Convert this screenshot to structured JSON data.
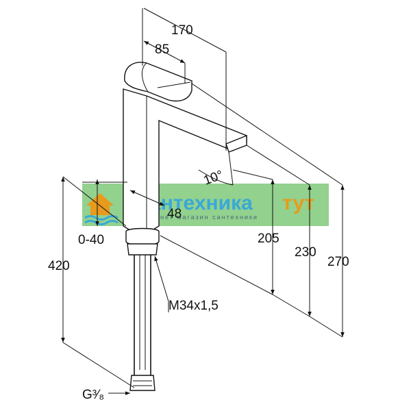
{
  "dimensions": {
    "d170": "170",
    "d85": "85",
    "d10deg": "10°",
    "d48": "48",
    "d0_40": "0-40",
    "d420": "420",
    "d205": "205",
    "d230": "230",
    "d270": "270",
    "thread": "M34x1,5",
    "connection": "G³⁄₈"
  },
  "watermark": {
    "title_a": "Сантехника",
    "title_b": "тут",
    "subtitle": "интернет магазин сантехники",
    "colors": {
      "title_a": "#3aa8d8",
      "title_b": "#e89a1c",
      "band": "#7fc97a"
    }
  }
}
